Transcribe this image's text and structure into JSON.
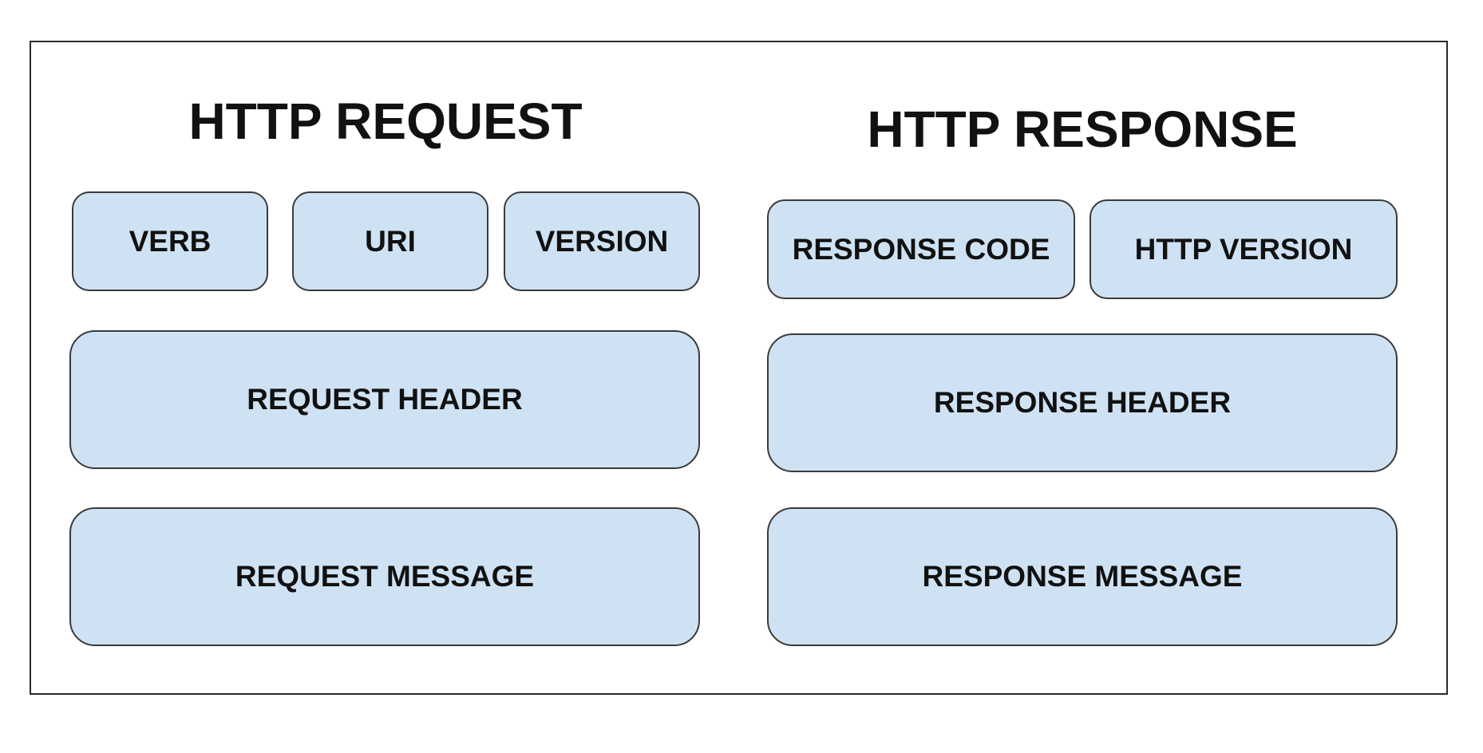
{
  "request": {
    "title": "HTTP REQUEST",
    "verb": "VERB",
    "uri": "URI",
    "version": "VERSION",
    "header": "REQUEST HEADER",
    "message": "REQUEST MESSAGE"
  },
  "response": {
    "title": "HTTP RESPONSE",
    "code": "RESPONSE CODE",
    "http_version": "HTTP VERSION",
    "header": "RESPONSE HEADER",
    "message": "RESPONSE MESSAGE"
  },
  "colors": {
    "box_fill": "#cfe2f3",
    "box_border": "#3a3a3a",
    "frame_border": "#2b2b2b",
    "text": "#111111"
  }
}
